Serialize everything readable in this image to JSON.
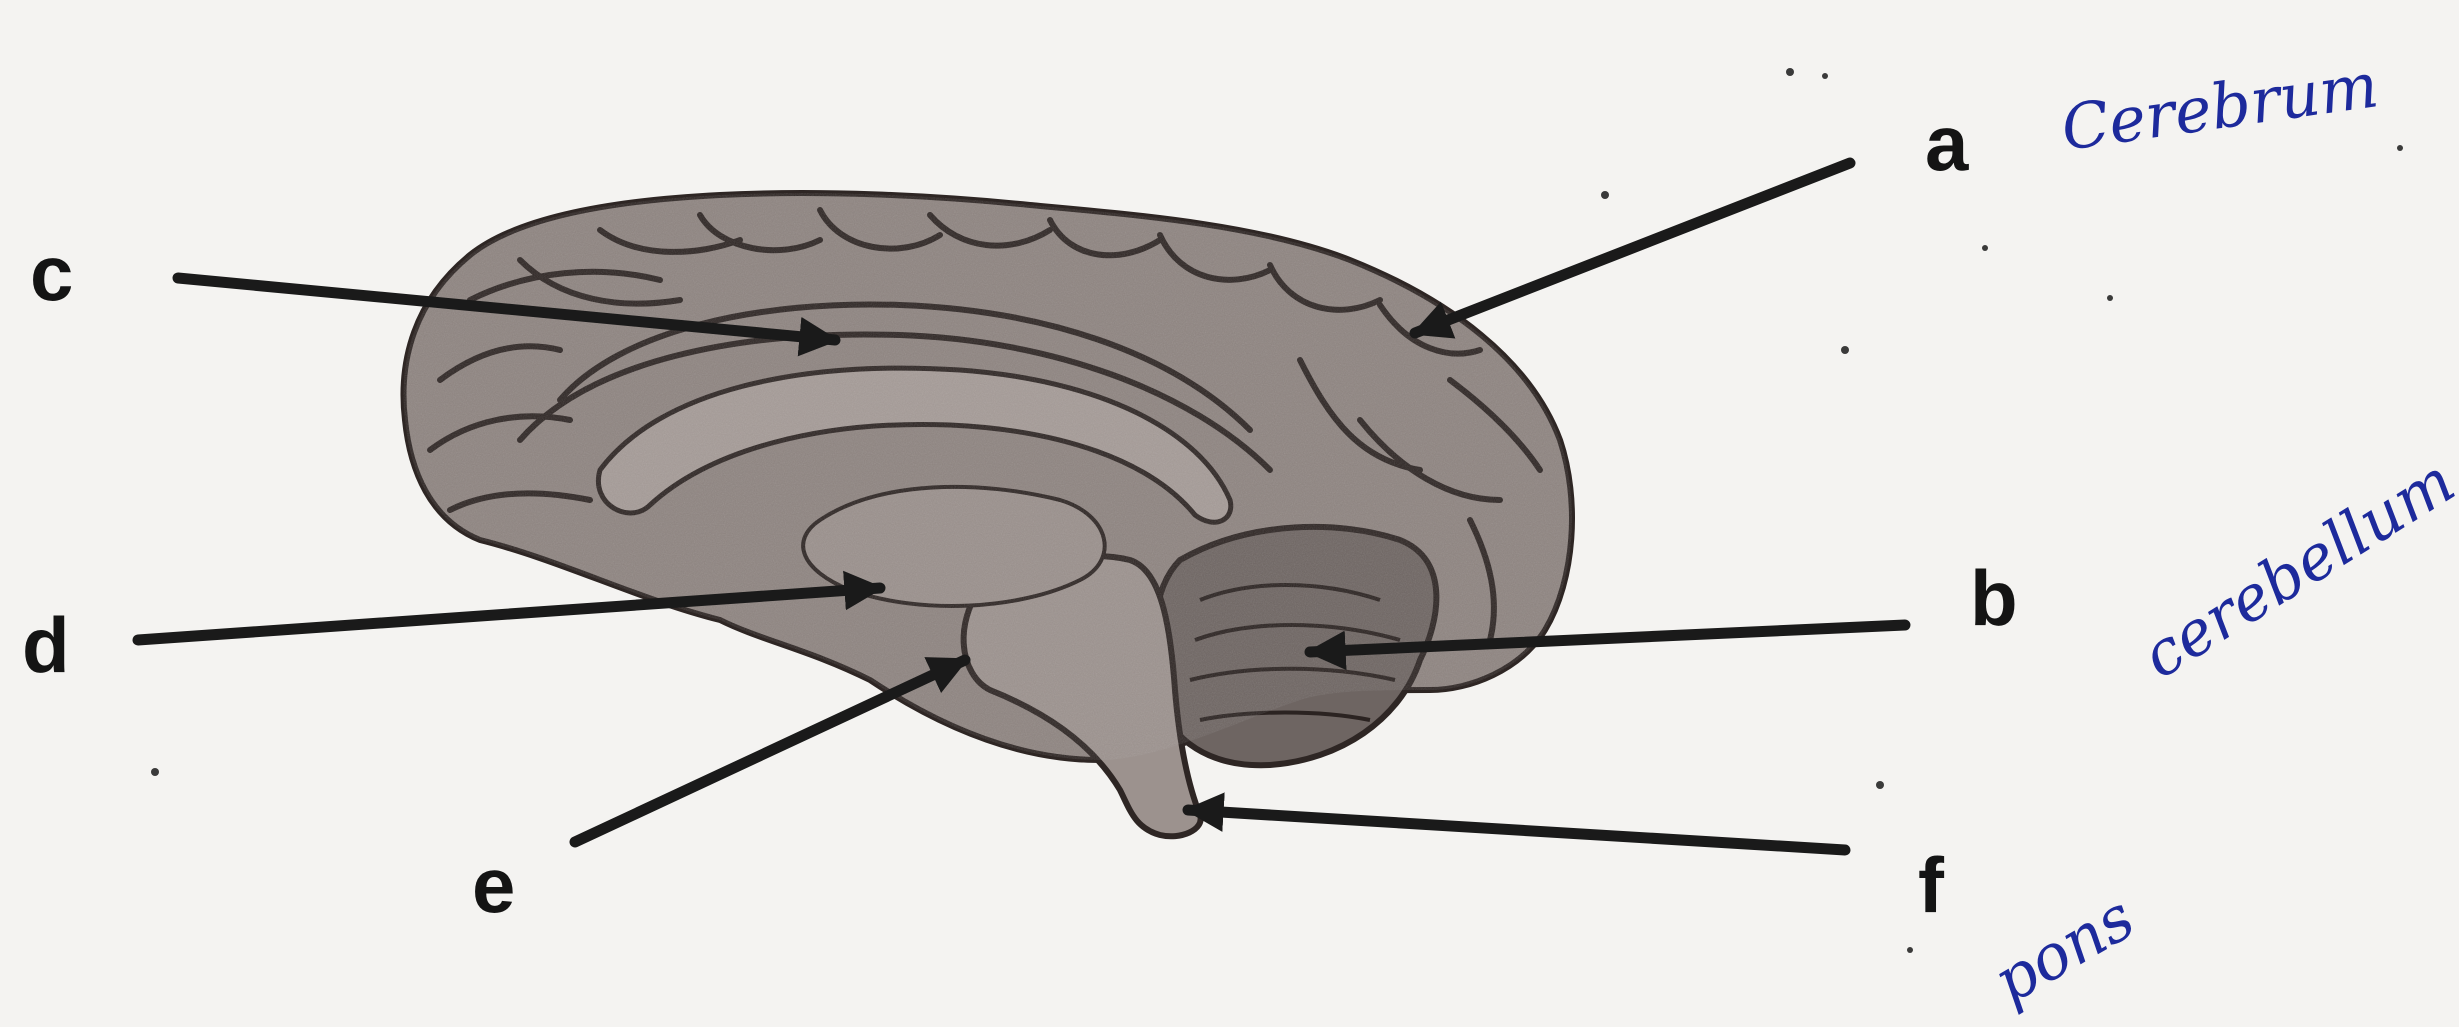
{
  "labels": {
    "a": "a",
    "b": "b",
    "c": "c",
    "d": "d",
    "e": "e",
    "f": "f"
  },
  "handwriting": {
    "a": "Cerebrum",
    "b": "cerebellum",
    "f": "pons"
  },
  "colors": {
    "brain": "#8e8480",
    "ink": "#1a1a1a",
    "pen": "#1d2a9c",
    "paper": "#f4f3f1"
  }
}
